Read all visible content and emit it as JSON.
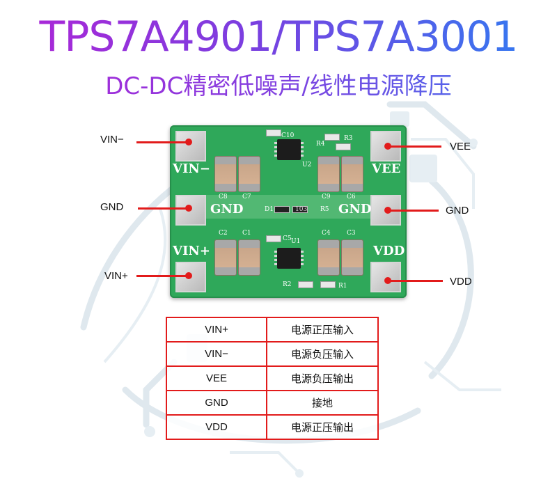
{
  "title": "TPS7A4901/TPS7A3001",
  "subtitle": "DC-DC精密低噪声/线性电源降压",
  "board": {
    "silk": [
      "VIN−",
      "VEE",
      "GND",
      "GND",
      "VIN+",
      "VDD"
    ],
    "refs": [
      "C10",
      "R4",
      "R3",
      "U2",
      "C8",
      "C7",
      "C9",
      "C6",
      "D1",
      "103",
      "R5",
      "C2",
      "C1",
      "C5",
      "U1",
      "C4",
      "C3",
      "R2",
      "R1"
    ]
  },
  "labels": {
    "vin_minus": "VIN−",
    "gnd_left": "GND",
    "vin_plus": "VIN+",
    "vee": "VEE",
    "gnd_right": "GND",
    "vdd": "VDD"
  },
  "pin_table": [
    {
      "pin": "VIN+",
      "desc": "电源正压输入"
    },
    {
      "pin": "VIN−",
      "desc": "电源负压输入"
    },
    {
      "pin": "VEE",
      "desc": "电源负压输出"
    },
    {
      "pin": "GND",
      "desc": "接地"
    },
    {
      "pin": "VDD",
      "desc": "电源正压输出"
    }
  ],
  "colors": {
    "accent": "#e21b1b",
    "pcb": "#2fa85a"
  }
}
